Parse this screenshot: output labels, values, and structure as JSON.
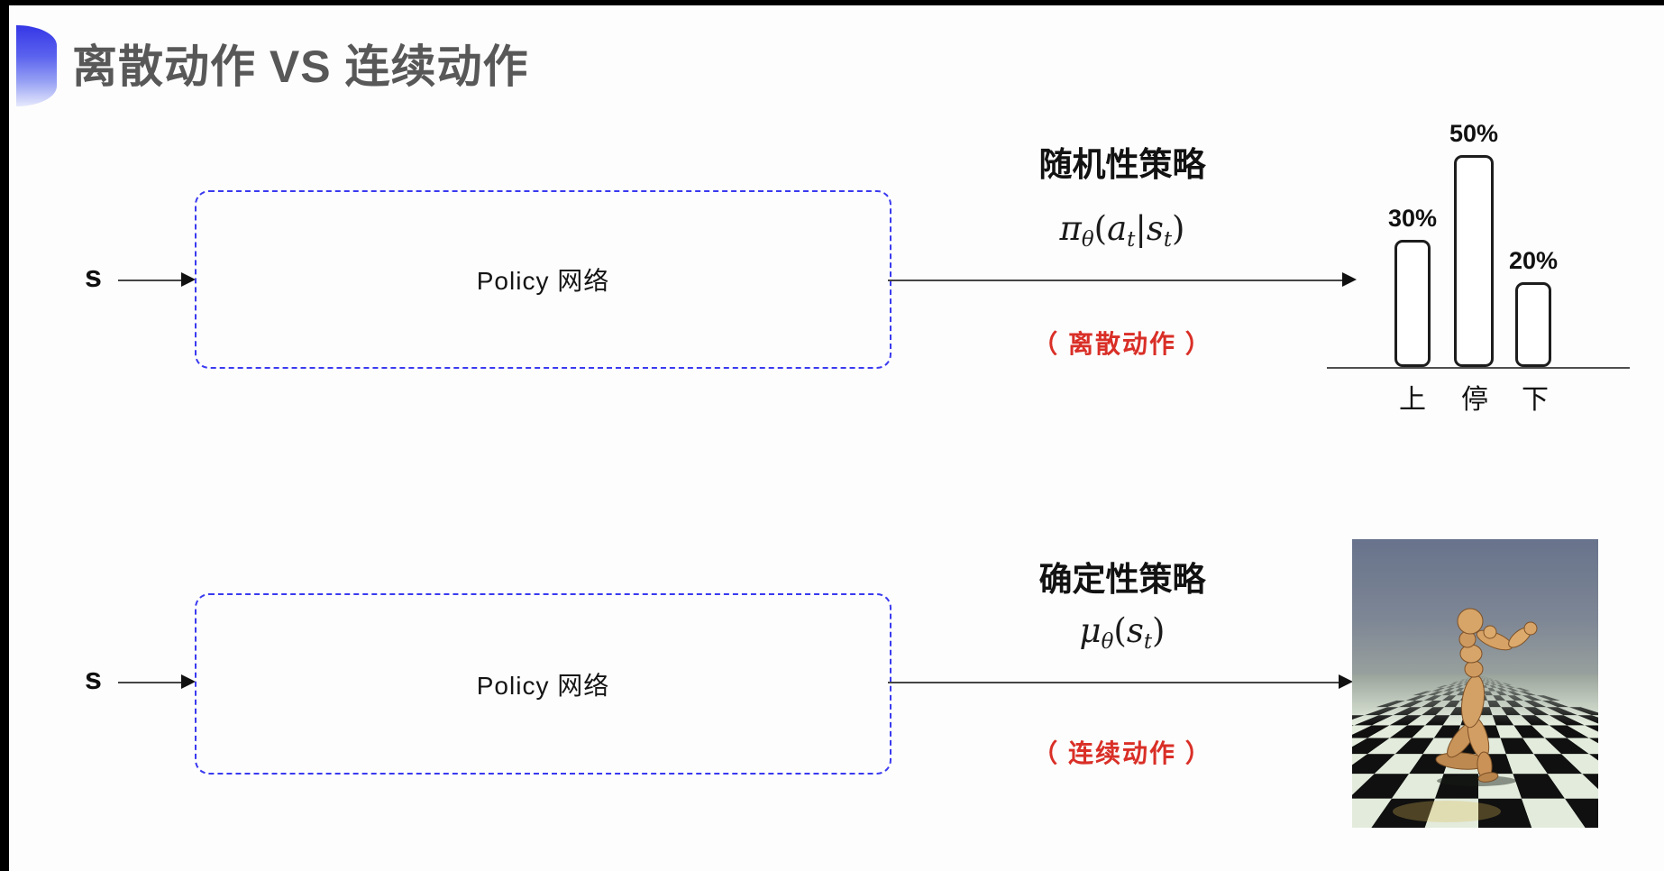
{
  "page": {
    "title": "离散动作 VS 连续动作"
  },
  "row_stochastic": {
    "input_label": "s",
    "box_label": "Policy 网络",
    "policy_type": "随机性策略",
    "formula": {
      "f": "π",
      "fsub": "θ",
      "open": "(",
      "a1": "a",
      "a1sub": "t",
      "sep": "|",
      "a2": "s",
      "a2sub": "t",
      "close": ")"
    },
    "action_note": "（ 离散动作 ）"
  },
  "row_deterministic": {
    "input_label": "s",
    "box_label": "Policy 网络",
    "policy_type": "确定性策略",
    "formula": {
      "f": "μ",
      "fsub": "θ",
      "open": "(",
      "a1": "s",
      "a1sub": "t",
      "close": ")"
    },
    "action_note": "（ 连续动作 ）"
  },
  "chart_data": {
    "type": "bar",
    "categories": [
      "上",
      "停",
      "下"
    ],
    "values": [
      30,
      50,
      20
    ],
    "value_labels": [
      "30%",
      "50%",
      "20%"
    ],
    "title": "",
    "xlabel": "",
    "ylabel": "",
    "ylim": [
      0,
      55
    ],
    "grid": false,
    "legend": false,
    "note": "action probability distribution over discrete actions"
  },
  "robot_image": {
    "label": "mujoco-humanoid-on-checkerboard"
  },
  "colors": {
    "accent_blue_dashed": "#3a3af0",
    "note_red": "#d92f27",
    "title_gray": "#585858",
    "deco_blue": "#3537e6"
  }
}
